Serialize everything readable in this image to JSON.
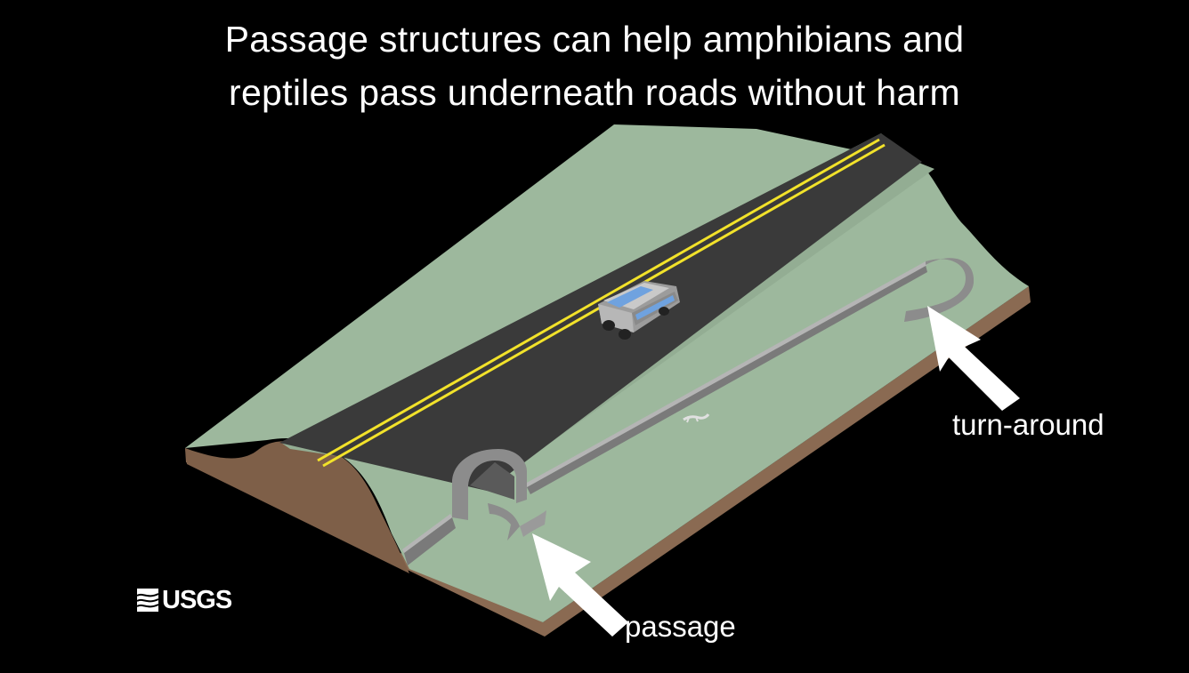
{
  "title": {
    "line1": "Passage structures can help amphibians and",
    "line2": "reptiles pass underneath roads without harm"
  },
  "labels": {
    "turn_around": "turn-around",
    "passage": "passage"
  },
  "logo": {
    "text": "USGS"
  },
  "colors": {
    "background": "#000000",
    "grass": "#9db89d",
    "soil": "#8a6a52",
    "road": "#3a3a3a",
    "road_line": "#f2e22a",
    "wall": "#8c8c8c",
    "arrow": "#ffffff",
    "car_body": "#a9a9a9",
    "car_window": "#6fa2df"
  },
  "icons": {
    "car": "car-icon",
    "arrow": "arrow-icon",
    "animal": "salamander-icon",
    "logo": "usgs-logo-icon"
  }
}
